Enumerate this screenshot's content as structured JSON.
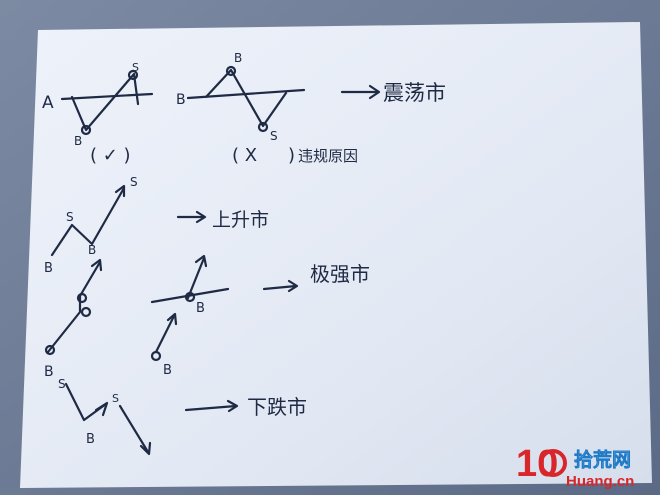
{
  "labels": {
    "A": "A",
    "B": "B",
    "S": "S",
    "check": "( ✓ )",
    "cross": "( X",
    "cross_close": ")",
    "cross_reason": "违规原因",
    "oscillation": "震荡市",
    "uptrend": "上升市",
    "strong": "极强市",
    "downtrend": "下跌市"
  },
  "watermark": {
    "logo_text": "10",
    "cn_text": "拾荒网",
    "domain": "Huang.cn",
    "accent": "#d9262b",
    "brand": "#1f7ac8"
  },
  "colors": {
    "paper": "#e9eef7",
    "ink": "#1f2a44",
    "background": "#6f7f99"
  }
}
